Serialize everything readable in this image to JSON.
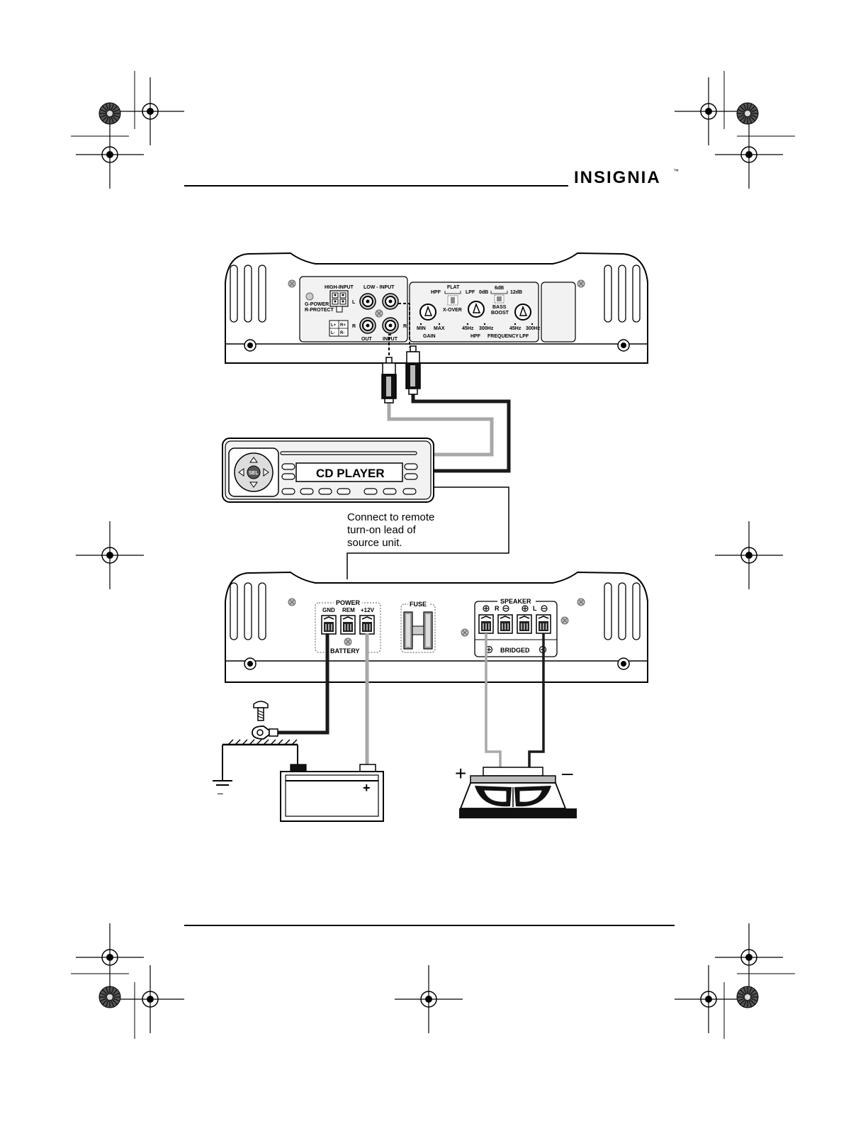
{
  "header": {
    "brand": "INSIGNIA",
    "trademark": "™"
  },
  "amp_top": {
    "high_input": "HIGH-INPUT",
    "low_input": "LOW - INPUT",
    "g_power": "G-POWER",
    "r_protect": "R-PROTECT",
    "l_plus": "L+",
    "r_plus": "R+",
    "l_minus": "L-",
    "r_minus": "R-",
    "l": "L",
    "r_left": "R",
    "r_right": "R",
    "out": "OUT",
    "input": "INPUT",
    "flat": "FLAT",
    "hpf_switch": "HPF",
    "lpf_switch": "LPF",
    "x_over": "X-OVER",
    "zero_db": "0dB",
    "six_db": "6dB",
    "twelve_db": "12dB",
    "bass": "BASS",
    "boost": "BOOST",
    "min": "MIN",
    "max": "MAX",
    "gain": "GAIN",
    "hpf_45": "45Hz",
    "hpf_300": "300Hz",
    "lpf_45": "45Hz",
    "lpf_300": "300Hz",
    "hpf": "HPF",
    "frequency": "FREQUENCY",
    "lpf": "LPF"
  },
  "cd_player": {
    "display": "CD PLAYER",
    "sel": "SEL"
  },
  "remote_note": [
    "Connect to remote",
    "turn-on lead of",
    "source unit."
  ],
  "amp_bottom": {
    "power": "POWER",
    "gnd": "GND",
    "rem": "REM",
    "plus12v": "+12V",
    "battery": "BATTERY",
    "fuse": "FUSE",
    "speaker": "SPEAKER",
    "r": "R",
    "l": "L",
    "bridged": "BRIDGED"
  },
  "battery": {
    "plus": "+"
  },
  "speaker": {
    "plus": "+",
    "minus": "–"
  },
  "ground": {
    "minus": "–"
  },
  "colors": {
    "ink": "#1a1a1a",
    "grey_wire": "#a8a8a8",
    "panel": "#f2f2f2"
  },
  "icons": [
    "registration-mark-icon",
    "color-wheel-icon",
    "screw-icon",
    "ring-terminal-icon",
    "ground-symbol-icon",
    "rca-plug-icon"
  ]
}
